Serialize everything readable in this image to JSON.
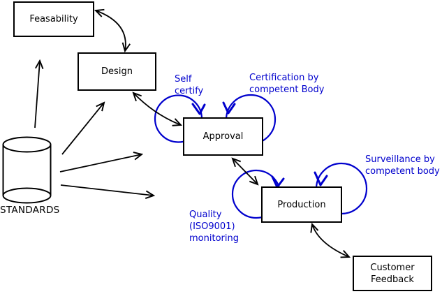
{
  "diagram": {
    "nodes": {
      "feasability": "Feasability",
      "design": "Design",
      "approval": "Approval",
      "production": "Production",
      "customer_feedback": "Customer\nFeedback"
    },
    "datastore": "STANDARDS",
    "annotations": {
      "self_certify": "Self\ncertify",
      "certification": "Certification by\ncompetent Body",
      "surveillance": "Surveillance by\ncompetent body",
      "quality": "Quality\n(ISO9001)\nmonitoring"
    },
    "colors": {
      "annotation": "#0000cd",
      "line": "#000000",
      "node_fill": "#ffffff",
      "background": "#ffffff"
    }
  }
}
